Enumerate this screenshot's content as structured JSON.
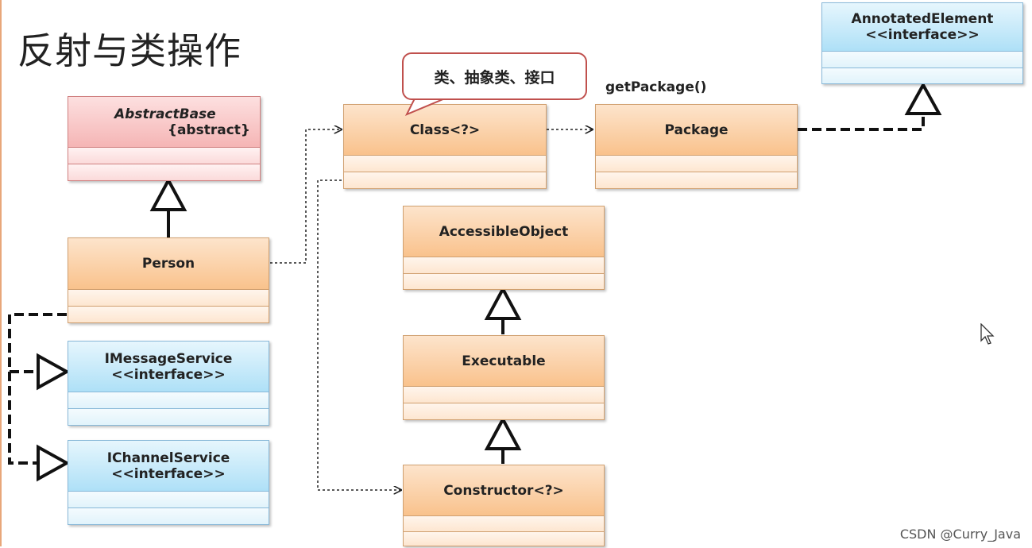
{
  "title": "反射与类操作",
  "callout": "类、抽象类、接口",
  "get_package_label": "getPackage()",
  "classes": {
    "abstract_base": {
      "name": "AbstractBase",
      "tag": "{abstract}"
    },
    "person": {
      "name": "Person"
    },
    "imessage": {
      "name": "IMessageService",
      "stereotype": "<<interface>>"
    },
    "ichannel": {
      "name": "IChannelService",
      "stereotype": "<<interface>>"
    },
    "class": {
      "name": "Class<?>"
    },
    "package": {
      "name": "Package"
    },
    "annotated": {
      "name": "AnnotatedElement",
      "stereotype": "<<interface>>"
    },
    "accessible": {
      "name": "AccessibleObject"
    },
    "executable": {
      "name": "Executable"
    },
    "constructor": {
      "name": "Constructor<?>"
    }
  },
  "watermark": "CSDN @Curry_Java"
}
